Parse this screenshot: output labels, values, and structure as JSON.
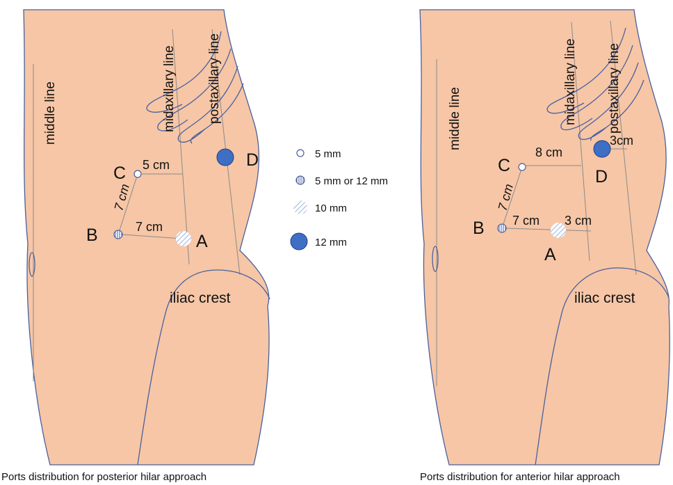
{
  "left": {
    "caption": "Ports distribution for posterior hilar approach",
    "labels": {
      "middle_line": "middle line",
      "midaxillary_line": "midaxillary line",
      "postaxillary_line": "postaxillary line",
      "iliac_crest": "iliac crest",
      "port_a": "A",
      "port_b": "B",
      "port_c": "C",
      "port_d": "D"
    },
    "distances": {
      "c_offset": "5 cm",
      "bc": "7 cm",
      "ba": "7 cm"
    }
  },
  "legend": {
    "items": [
      {
        "label": "5 mm",
        "style": "hollow"
      },
      {
        "label": "5 mm or 12 mm",
        "style": "vertical-hatch"
      },
      {
        "label": "10 mm",
        "style": "diagonal-hatch"
      },
      {
        "label": "12 mm",
        "style": "filled"
      }
    ]
  },
  "right": {
    "caption": "Ports distribution for anterior hilar approach",
    "labels": {
      "middle_line": "middle line",
      "midaxillary_line": "midaxillary line",
      "postaxillary_line": "postaxillary line",
      "iliac_crest": "iliac crest",
      "port_a": "A",
      "port_b": "B",
      "port_c": "C",
      "port_d": "D"
    },
    "distances": {
      "c_offset": "8 cm",
      "bc": "7 cm",
      "ba": "7 cm",
      "a_offset": "3 cm",
      "d_offset": "3cm"
    }
  },
  "colors": {
    "skin": "#f6c6a6",
    "outline": "#4a5f9e",
    "filled_port": "#3f6fc4",
    "hatch": "#a9bde0"
  }
}
